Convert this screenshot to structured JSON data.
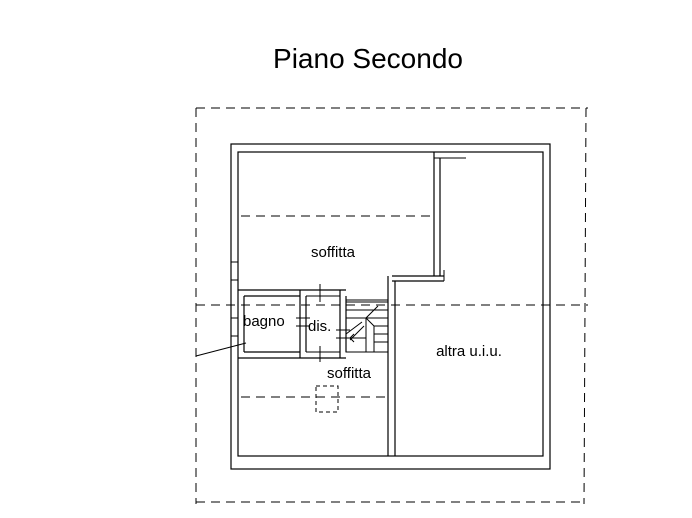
{
  "title": "Piano Secondo",
  "rooms": {
    "soffitta_upper": "soffitta",
    "bagno": "bagno",
    "dis": "dis.",
    "soffitta_lower": "soffitta",
    "altra": "altra u.i.u."
  }
}
